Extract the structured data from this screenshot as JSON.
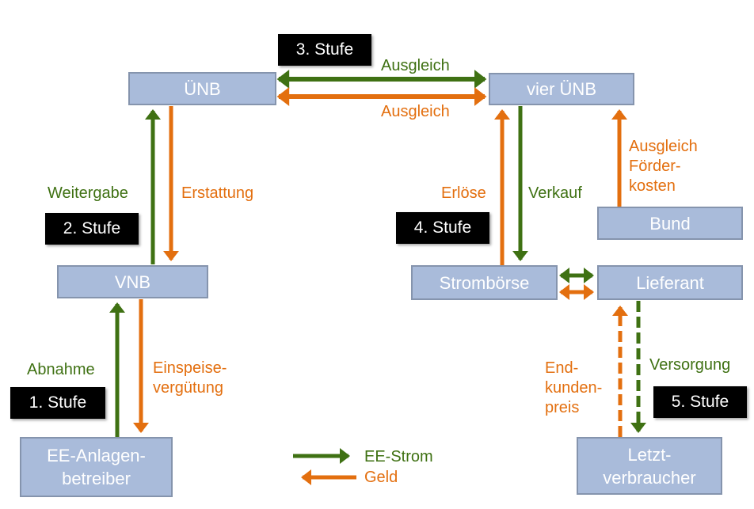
{
  "colors": {
    "ee_strom": "#3f7113",
    "geld": "#e36f0f",
    "box_fill": "#a9bbda",
    "box_border": "#8594ad",
    "stage_bg": "#000000"
  },
  "nodes": {
    "uenb": "ÜNB",
    "vier_uenb": "vier ÜNB",
    "vnb": "VNB",
    "stromboerse": "Strombörse",
    "lieferant": "Lieferant",
    "bund": "Bund",
    "ee_anlagen_1": "EE-Anlagen-",
    "ee_anlagen_2": "betreiber",
    "letzt_1": "Letzt-",
    "letzt_2": "verbraucher"
  },
  "stages": [
    "1. Stufe",
    "2. Stufe",
    "3. Stufe",
    "4. Stufe",
    "5. Stufe"
  ],
  "flow_labels": {
    "ausgleich_strom": "Ausgleich",
    "ausgleich_geld": "Ausgleich",
    "weitergabe": "Weitergabe",
    "erstattung": "Erstattung",
    "abnahme": "Abnahme",
    "einspeise": "Einspeise-\nvergütung",
    "erloese": "Erlöse",
    "verkauf": "Verkauf",
    "ausgleich_foerder": "Ausgleich\nFörder-\nkosten",
    "endkunden": "End-\nkunden-\npreis",
    "versorgung": "Versorgung"
  },
  "legend": {
    "items": [
      {
        "label": "EE-Strom",
        "kind": "ee_strom"
      },
      {
        "label": "Geld",
        "kind": "geld"
      }
    ]
  }
}
